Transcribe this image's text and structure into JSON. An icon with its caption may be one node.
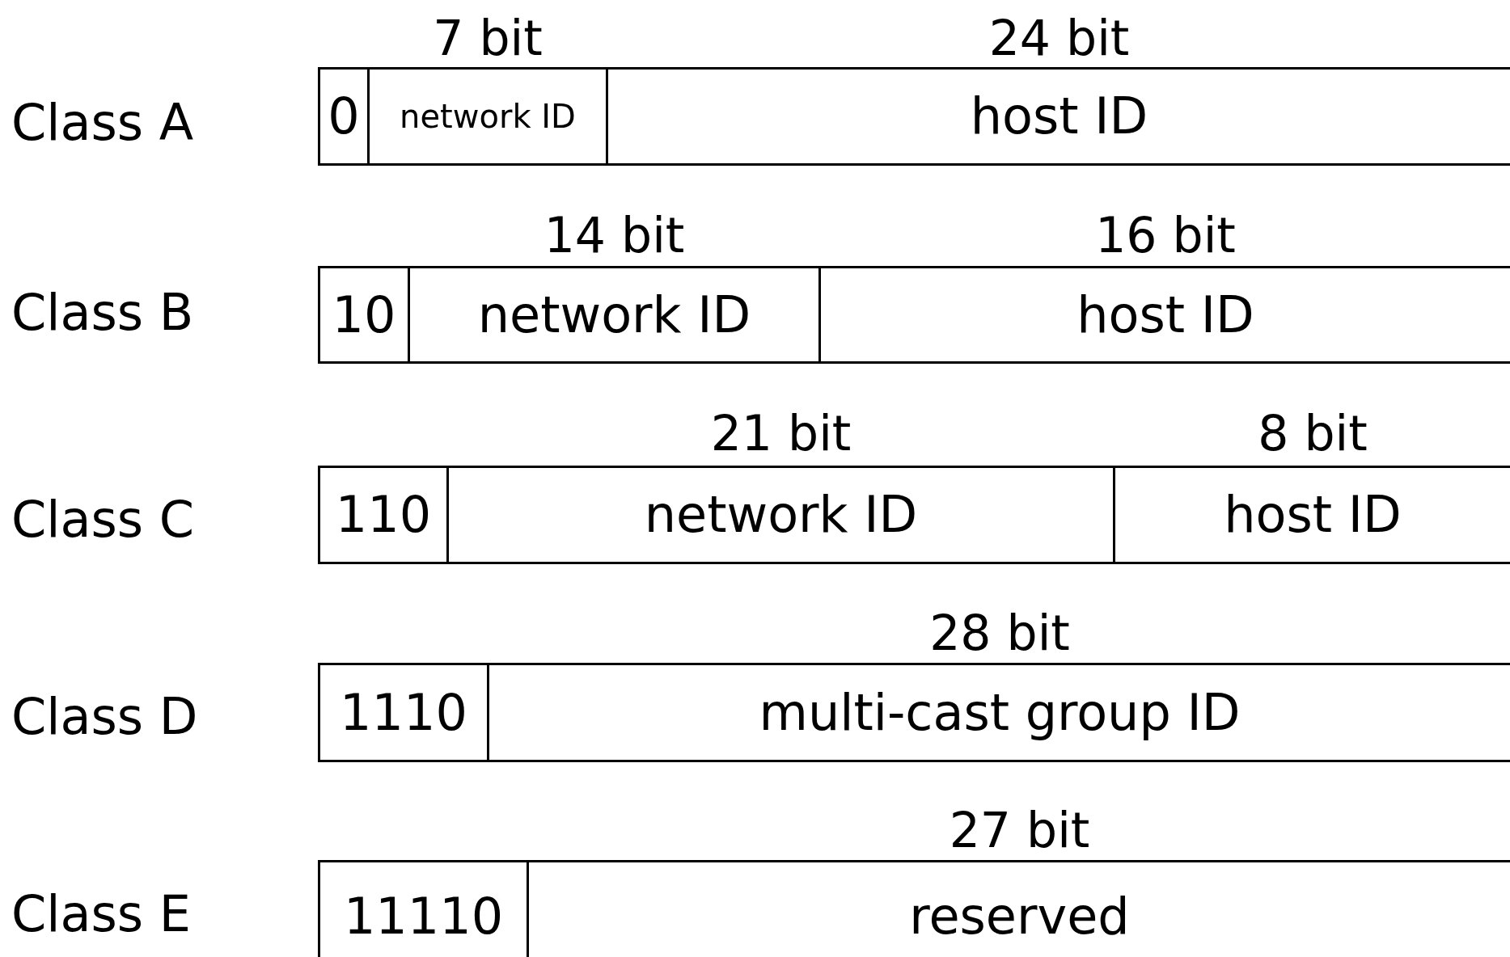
{
  "diagram": {
    "nodes": [
      {
        "text": [
          "0"
        ]
      },
      {
        "text": [
          "network ID"
        ],
        "beside": [
          "7 bit"
        ]
      },
      {
        "text": [
          "host ID"
        ],
        "beside": [
          "24 bit"
        ]
      },
      {
        "text": [
          "10"
        ]
      },
      {
        "text": [
          "network ID"
        ],
        "beside": [
          "14 bit"
        ]
      },
      {
        "text": [
          "host ID"
        ],
        "beside": [
          "16 bit"
        ]
      },
      {
        "text": [
          "110"
        ]
      },
      {
        "text": [
          "network ID"
        ],
        "beside": [
          "21 bit"
        ]
      },
      {
        "text": [
          "host ID"
        ],
        "beside": [
          "8 bit"
        ]
      },
      {
        "text": [
          "1110"
        ]
      },
      {
        "text": [
          "multi-cast group ID"
        ],
        "beside": [
          "28 bit"
        ]
      },
      {
        "text": [
          "11110"
        ]
      },
      {
        "text": [
          "reserved"
        ],
        "beside": [
          "27 bit"
        ]
      }
    ],
    "labels": [
      "Class A",
      "Class B",
      "Class C",
      "Class D",
      "Class E"
    ]
  }
}
